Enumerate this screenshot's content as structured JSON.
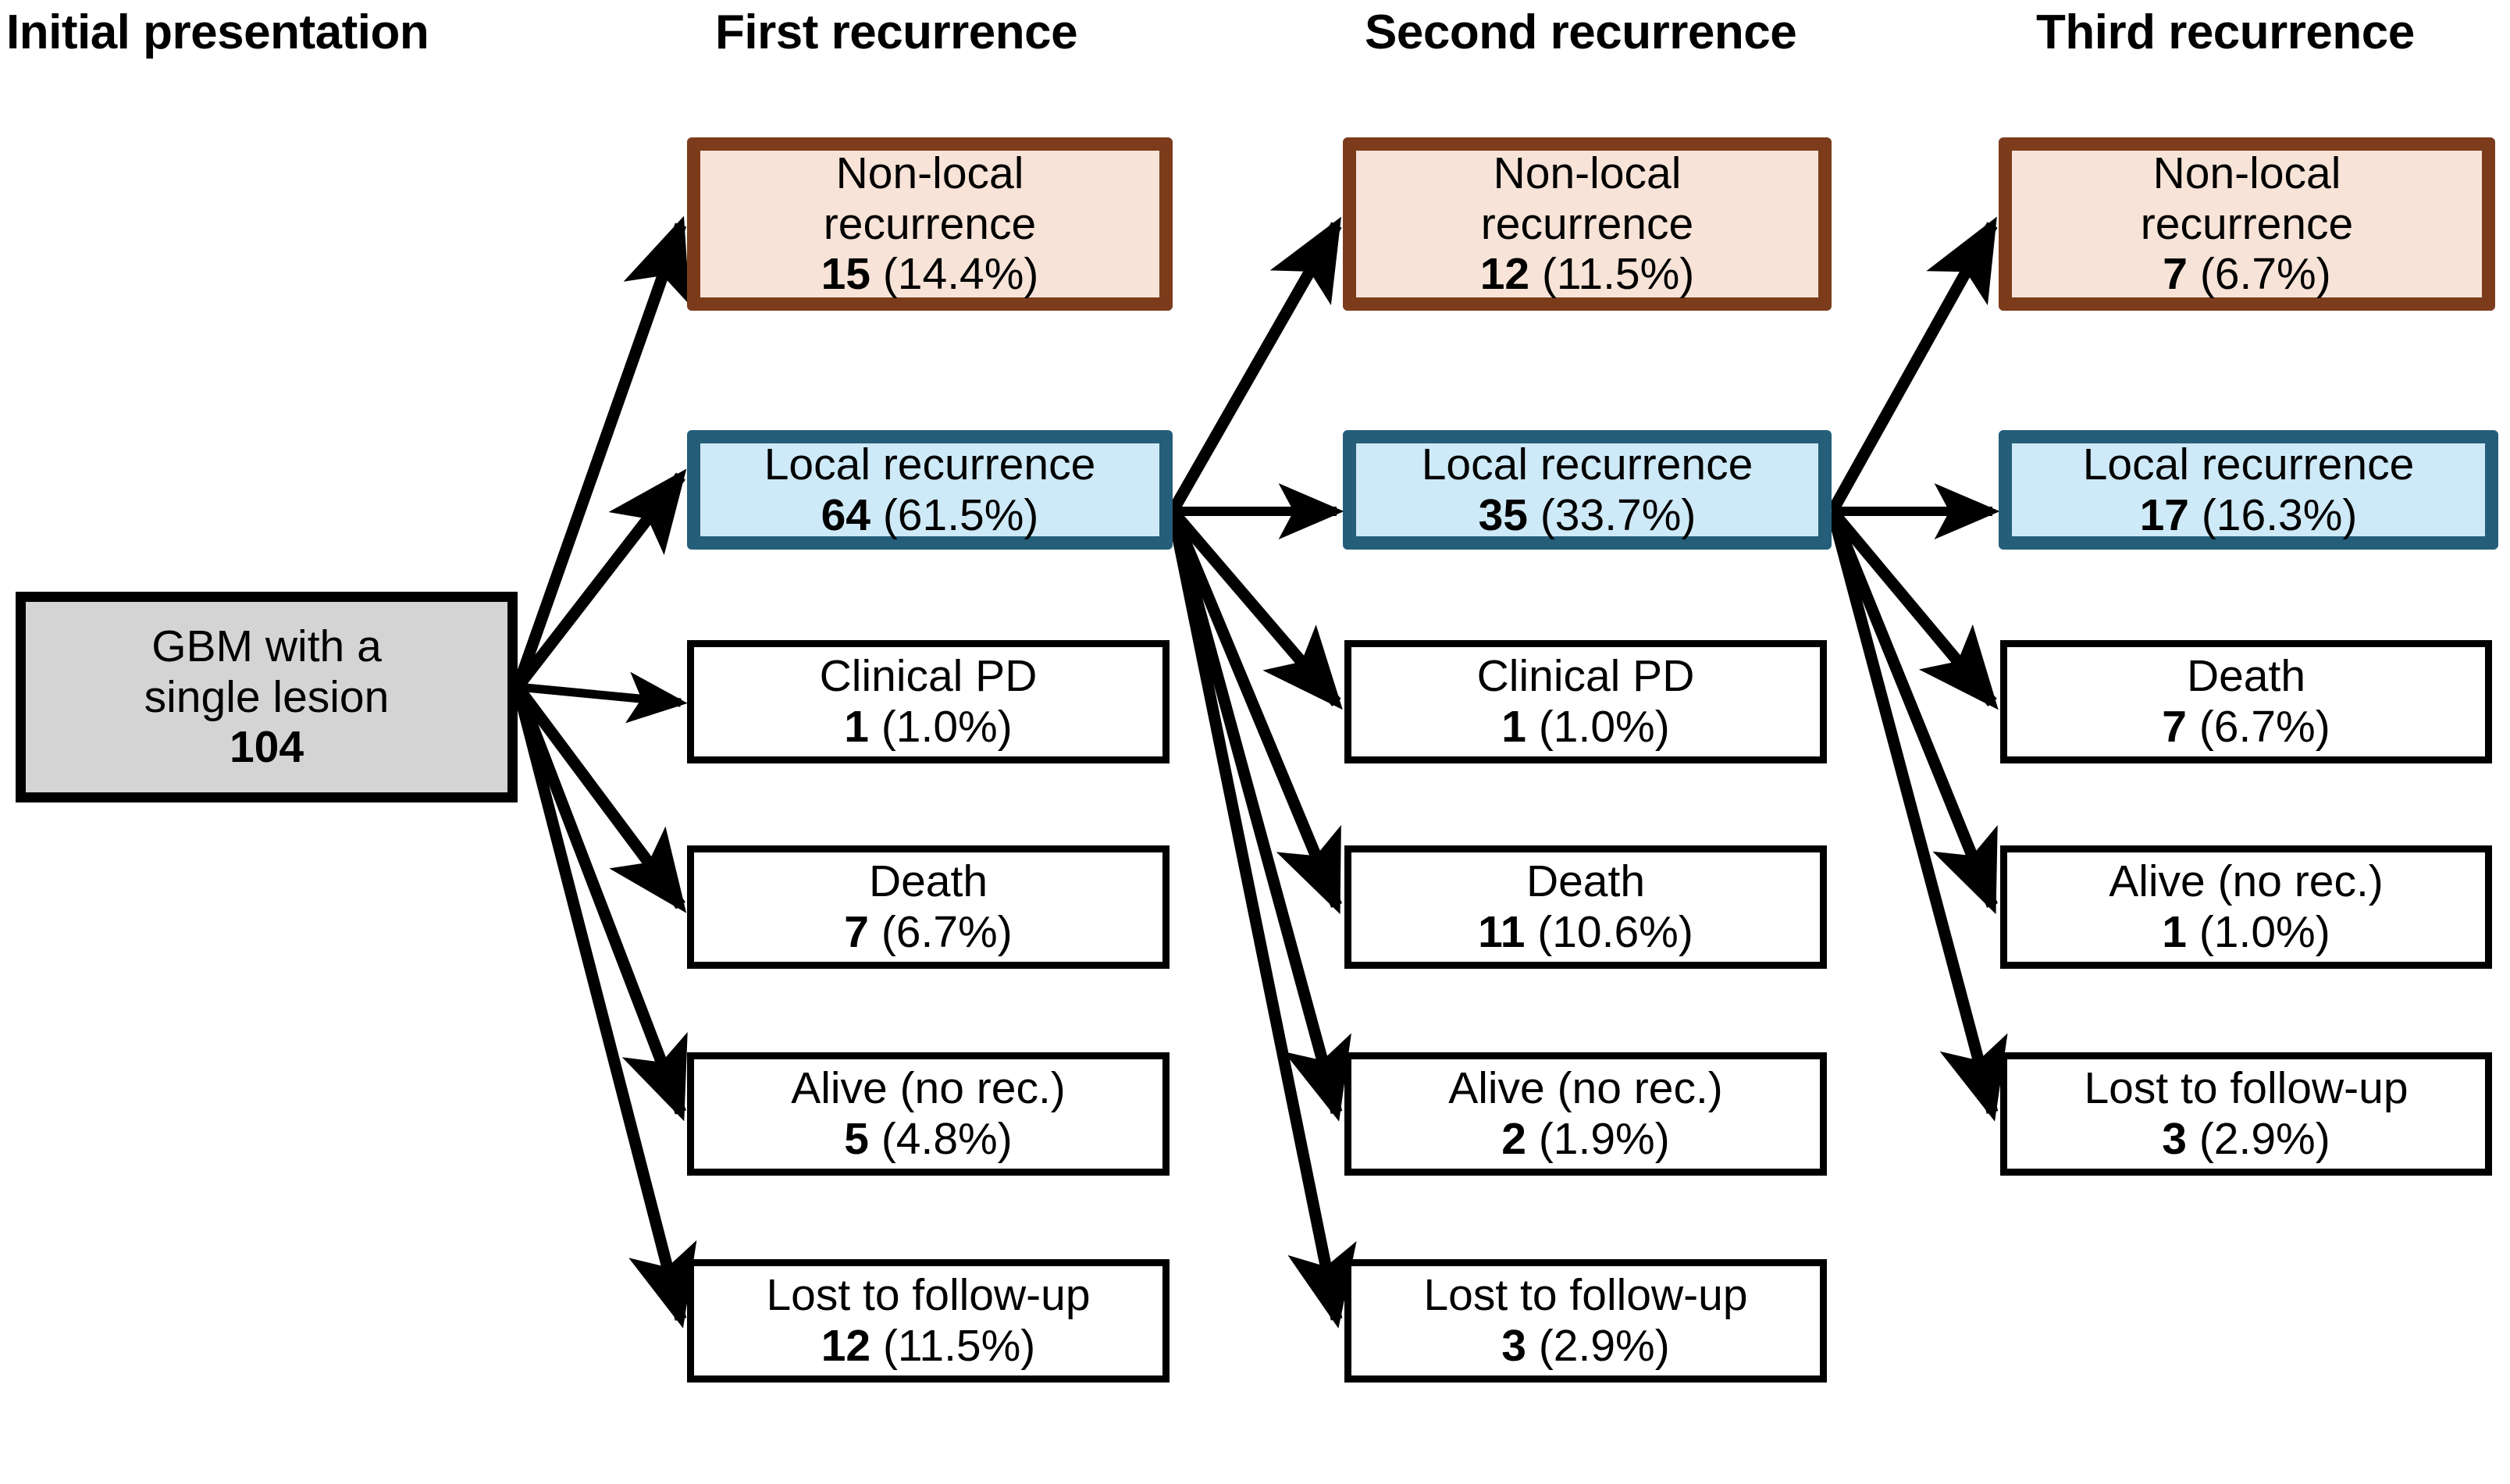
{
  "title": "GBM recurrence pattern flow diagram",
  "colors": {
    "nonlocal_border": "#7c3c1c",
    "nonlocal_fill": "#f7e3d7",
    "local_border": "#245e79",
    "local_fill": "#cee9f7",
    "root_fill": "#d4d4d4",
    "plain_border": "#000000",
    "plain_fill": "#ffffff",
    "arrow": "#000000"
  },
  "columns": [
    {
      "key": "initial",
      "header": "Initial presentation"
    },
    {
      "key": "first",
      "header": "First recurrence"
    },
    {
      "key": "second",
      "header": "Second recurrence"
    },
    {
      "key": "third",
      "header": "Third recurrence"
    }
  ],
  "root": {
    "line1": "GBM with a",
    "line2": "single lesion",
    "count": "104"
  },
  "first_recurrence": {
    "nonlocal": {
      "line1": "Non-local",
      "line2": "recurrence",
      "count": "15",
      "percent": "(14.4%)"
    },
    "local": {
      "line1": "Local recurrence",
      "count": "64",
      "percent": "(61.5%)"
    },
    "clinical_pd": {
      "line1": "Clinical PD",
      "count": "1",
      "percent": "(1.0%)"
    },
    "death": {
      "line1": "Death",
      "count": "7",
      "percent": "(6.7%)"
    },
    "alive": {
      "line1": "Alive (no rec.)",
      "count": "5",
      "percent": "(4.8%)"
    },
    "lost": {
      "line1": "Lost to follow-up",
      "count": "12",
      "percent": "(11.5%)"
    }
  },
  "second_recurrence": {
    "nonlocal": {
      "line1": "Non-local",
      "line2": "recurrence",
      "count": "12",
      "percent": "(11.5%)"
    },
    "local": {
      "line1": "Local recurrence",
      "count": "35",
      "percent": "(33.7%)"
    },
    "clinical_pd": {
      "line1": "Clinical PD",
      "count": "1",
      "percent": "(1.0%)"
    },
    "death": {
      "line1": "Death",
      "count": "11",
      "percent": "(10.6%)"
    },
    "alive": {
      "line1": "Alive (no rec.)",
      "count": "2",
      "percent": "(1.9%)"
    },
    "lost": {
      "line1": "Lost to follow-up",
      "count": "3",
      "percent": "(2.9%)"
    }
  },
  "third_recurrence": {
    "nonlocal": {
      "line1": "Non-local",
      "line2": "recurrence",
      "count": "7",
      "percent": "(6.7%)"
    },
    "local": {
      "line1": "Local recurrence",
      "count": "17",
      "percent": "(16.3%)"
    },
    "death": {
      "line1": "Death",
      "count": "7",
      "percent": "(6.7%)"
    },
    "alive": {
      "line1": "Alive (no rec.)",
      "count": "1",
      "percent": "(1.0%)"
    },
    "lost": {
      "line1": "Lost to follow-up",
      "count": "3",
      "percent": "(2.9%)"
    }
  },
  "chart_data": {
    "type": "diagram",
    "title": "GBM with a single lesion — recurrence pattern cascade",
    "total_n": 104,
    "stages": [
      {
        "stage": "Initial presentation",
        "nodes": [
          {
            "label": "GBM with a single lesion",
            "count": 104,
            "percent": null,
            "style": "root"
          }
        ]
      },
      {
        "stage": "First recurrence",
        "nodes": [
          {
            "label": "Non-local recurrence",
            "count": 15,
            "percent": 14.4,
            "style": "nonlocal"
          },
          {
            "label": "Local recurrence",
            "count": 64,
            "percent": 61.5,
            "style": "local"
          },
          {
            "label": "Clinical PD",
            "count": 1,
            "percent": 1.0,
            "style": "plain"
          },
          {
            "label": "Death",
            "count": 7,
            "percent": 6.7,
            "style": "plain"
          },
          {
            "label": "Alive (no rec.)",
            "count": 5,
            "percent": 4.8,
            "style": "plain"
          },
          {
            "label": "Lost to follow-up",
            "count": 12,
            "percent": 11.5,
            "style": "plain"
          }
        ]
      },
      {
        "stage": "Second recurrence",
        "nodes": [
          {
            "label": "Non-local recurrence",
            "count": 12,
            "percent": 11.5,
            "style": "nonlocal"
          },
          {
            "label": "Local recurrence",
            "count": 35,
            "percent": 33.7,
            "style": "local"
          },
          {
            "label": "Clinical PD",
            "count": 1,
            "percent": 1.0,
            "style": "plain"
          },
          {
            "label": "Death",
            "count": 11,
            "percent": 10.6,
            "style": "plain"
          },
          {
            "label": "Alive (no rec.)",
            "count": 2,
            "percent": 1.9,
            "style": "plain"
          },
          {
            "label": "Lost to follow-up",
            "count": 3,
            "percent": 2.9,
            "style": "plain"
          }
        ]
      },
      {
        "stage": "Third recurrence",
        "nodes": [
          {
            "label": "Non-local recurrence",
            "count": 7,
            "percent": 6.7,
            "style": "nonlocal"
          },
          {
            "label": "Local recurrence",
            "count": 17,
            "percent": 16.3,
            "style": "local"
          },
          {
            "label": "Death",
            "count": 7,
            "percent": 6.7,
            "style": "plain"
          },
          {
            "label": "Alive (no rec.)",
            "count": 1,
            "percent": 1.0,
            "style": "plain"
          },
          {
            "label": "Lost to follow-up",
            "count": 3,
            "percent": 2.9,
            "style": "plain"
          }
        ]
      }
    ],
    "edges": [
      {
        "from": "GBM with a single lesion",
        "to": "First recurrence / Non-local recurrence"
      },
      {
        "from": "GBM with a single lesion",
        "to": "First recurrence / Local recurrence"
      },
      {
        "from": "GBM with a single lesion",
        "to": "First recurrence / Clinical PD"
      },
      {
        "from": "GBM with a single lesion",
        "to": "First recurrence / Death"
      },
      {
        "from": "GBM with a single lesion",
        "to": "First recurrence / Alive (no rec.)"
      },
      {
        "from": "GBM with a single lesion",
        "to": "First recurrence / Lost to follow-up"
      },
      {
        "from": "First recurrence / Local recurrence",
        "to": "Second recurrence / Non-local recurrence"
      },
      {
        "from": "First recurrence / Local recurrence",
        "to": "Second recurrence / Local recurrence"
      },
      {
        "from": "First recurrence / Local recurrence",
        "to": "Second recurrence / Clinical PD"
      },
      {
        "from": "First recurrence / Local recurrence",
        "to": "Second recurrence / Death"
      },
      {
        "from": "First recurrence / Local recurrence",
        "to": "Second recurrence / Alive (no rec.)"
      },
      {
        "from": "First recurrence / Local recurrence",
        "to": "Second recurrence / Lost to follow-up"
      },
      {
        "from": "Second recurrence / Local recurrence",
        "to": "Third recurrence / Non-local recurrence"
      },
      {
        "from": "Second recurrence / Local recurrence",
        "to": "Third recurrence / Local recurrence"
      },
      {
        "from": "Second recurrence / Local recurrence",
        "to": "Third recurrence / Death"
      },
      {
        "from": "Second recurrence / Local recurrence",
        "to": "Third recurrence / Alive (no rec.)"
      },
      {
        "from": "Second recurrence / Local recurrence",
        "to": "Third recurrence / Lost to follow-up"
      }
    ]
  }
}
